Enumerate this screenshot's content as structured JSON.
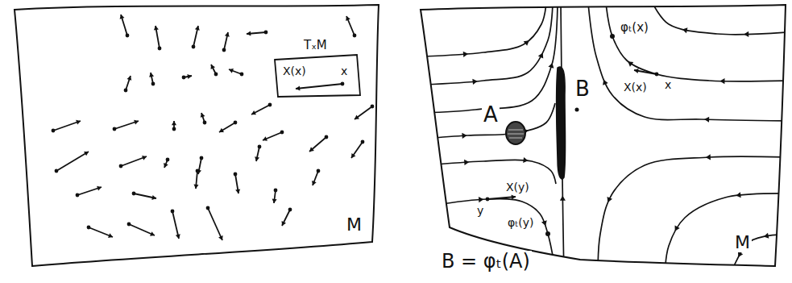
{
  "diagram": {
    "nodes": [
      {
        "text": [
          "TₓM",
          "X(x)",
          "x"
        ]
      },
      {
        "text": [
          "A"
        ]
      },
      {
        "text": [
          "B"
        ]
      }
    ],
    "labels": [
      "M",
      "φₜ(x)",
      "X(x)",
      "x",
      "y",
      "X(y)",
      "φₜ(y)",
      "M",
      "B = φₜ(A)"
    ]
  }
}
